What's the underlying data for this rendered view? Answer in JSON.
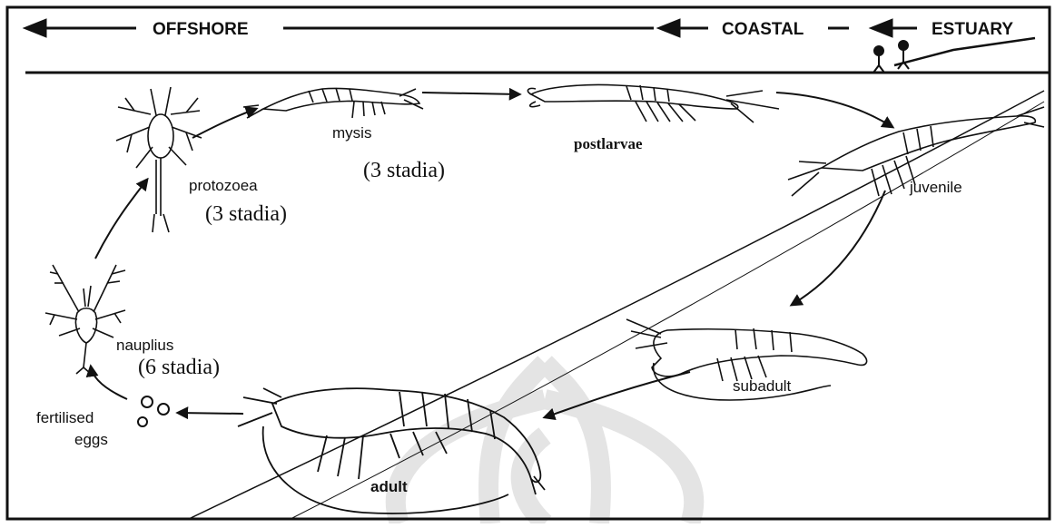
{
  "zones": {
    "offshore": "OFFSHORE",
    "coastal": "COASTAL",
    "estuary": "ESTUARY"
  },
  "stages": {
    "eggs_line1": "fertilised",
    "eggs_line2": "eggs",
    "nauplius": "nauplius",
    "nauplius_stadia": "(6 stadia)",
    "protozoea": "protozoea",
    "protozoea_stadia": "(3 stadia)",
    "mysis": "mysis",
    "mysis_stadia": "(3 stadia)",
    "postlarvae": "postlarvae",
    "juvenile": "juvenile",
    "subadult": "subadult",
    "adult": "adult"
  },
  "colors": {
    "ink": "#111111",
    "background": "#ffffff",
    "watermark": "#e6e6e6"
  },
  "icons": [
    "shrimp-adult-icon",
    "shrimp-subadult-icon",
    "shrimp-juvenile-icon",
    "shrimp-postlarva-icon",
    "mysis-larva-icon",
    "protozoea-larva-icon",
    "nauplius-larva-icon",
    "eggs-icon",
    "people-icon",
    "watermark-logo"
  ]
}
